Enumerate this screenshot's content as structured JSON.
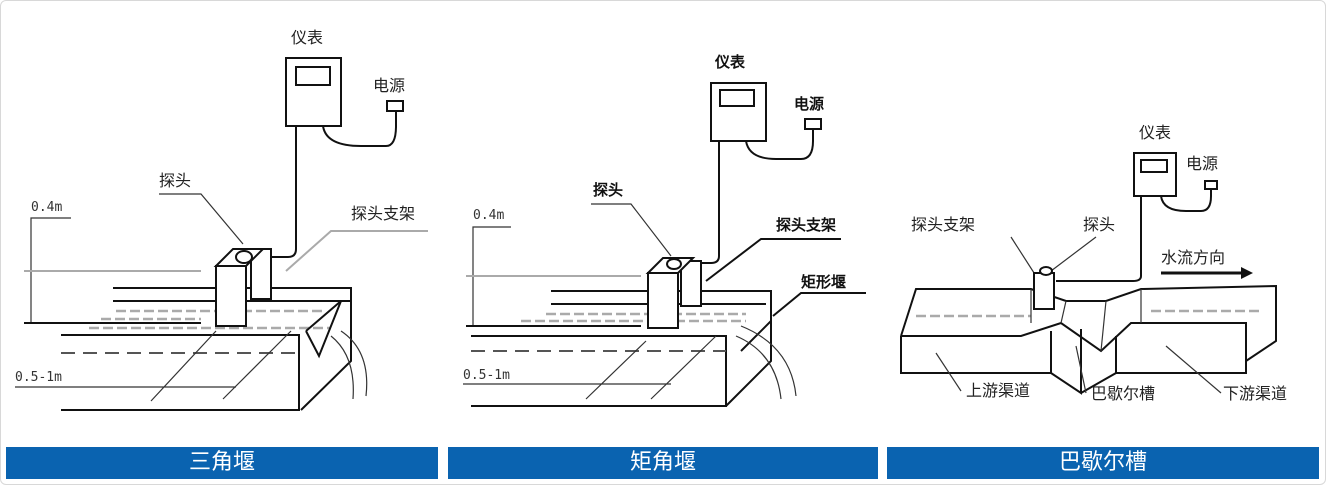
{
  "panels": [
    {
      "title": "三角堰",
      "meter": "仪表",
      "power": "电源",
      "probe": "探头",
      "bracket": "探头支架",
      "height_dim": "0.4m",
      "distance_dim": "0.5-1m"
    },
    {
      "title": "矩角堰",
      "meter": "仪表",
      "power": "电源",
      "probe": "探头",
      "bracket": "探头支架",
      "weir": "矩形堰",
      "height_dim": "0.4m",
      "distance_dim": "0.5-1m"
    },
    {
      "title": "巴歇尔槽",
      "meter": "仪表",
      "power": "电源",
      "probe": "探头",
      "bracket": "探头支架",
      "flow_direction": "水流方向",
      "upstream": "上游渠道",
      "flume": "巴歇尔槽",
      "downstream": "下游渠道"
    }
  ],
  "colors": {
    "bar": "#0a63b0"
  }
}
